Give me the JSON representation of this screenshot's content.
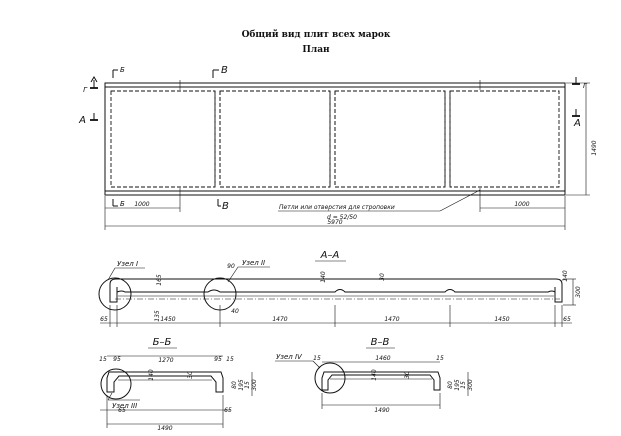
{
  "title": "Общий вид плит всех марок",
  "plan_title": "План",
  "section_labels": {
    "b_left": "Б",
    "v_left": "В",
    "g_left": "Г",
    "a_left": "А",
    "g_right": "Г",
    "a_right": "А",
    "b_bottom": "Б",
    "v_bottom": "В"
  },
  "plan": {
    "dim_left": "1000",
    "dim_right": "1000",
    "dim_total": "5970",
    "dim_width": "1490",
    "note_line1": "Петли или отверстия для строповки",
    "note_line2": "d = 52/50"
  },
  "section_aa": {
    "title": "А–А",
    "node1": "Узел I",
    "node2": "Узел II",
    "dims": {
      "left_edge": "65",
      "right_edge": "65",
      "span1": "1450",
      "span2": "1470",
      "span3": "1470",
      "span4": "1450",
      "rib": "165",
      "rib_gap": "40",
      "rib_top": "90",
      "rib_h": "135",
      "h140_a": "140",
      "h30": "30",
      "h140_b": "140",
      "h300": "300"
    }
  },
  "section_bb": {
    "title": "Б–Б",
    "node": "Узел III",
    "dims": {
      "top15_l": "15",
      "top95_l": "95",
      "inner": "1270",
      "top95_r": "95",
      "top15_r": "15",
      "h140": "140",
      "h30": "30",
      "h80": "80",
      "h195": "195",
      "h15": "15",
      "h300": "300",
      "bot65_l": "65",
      "bot65_r": "65",
      "total": "1490"
    }
  },
  "section_vv": {
    "title": "В–В",
    "node": "Узел IV",
    "dims": {
      "top15_l": "15",
      "inner": "1460",
      "top15_r": "15",
      "h140": "140",
      "h30": "30",
      "h80": "80",
      "h195": "195",
      "h15": "15",
      "h300": "300",
      "total": "1490"
    }
  }
}
